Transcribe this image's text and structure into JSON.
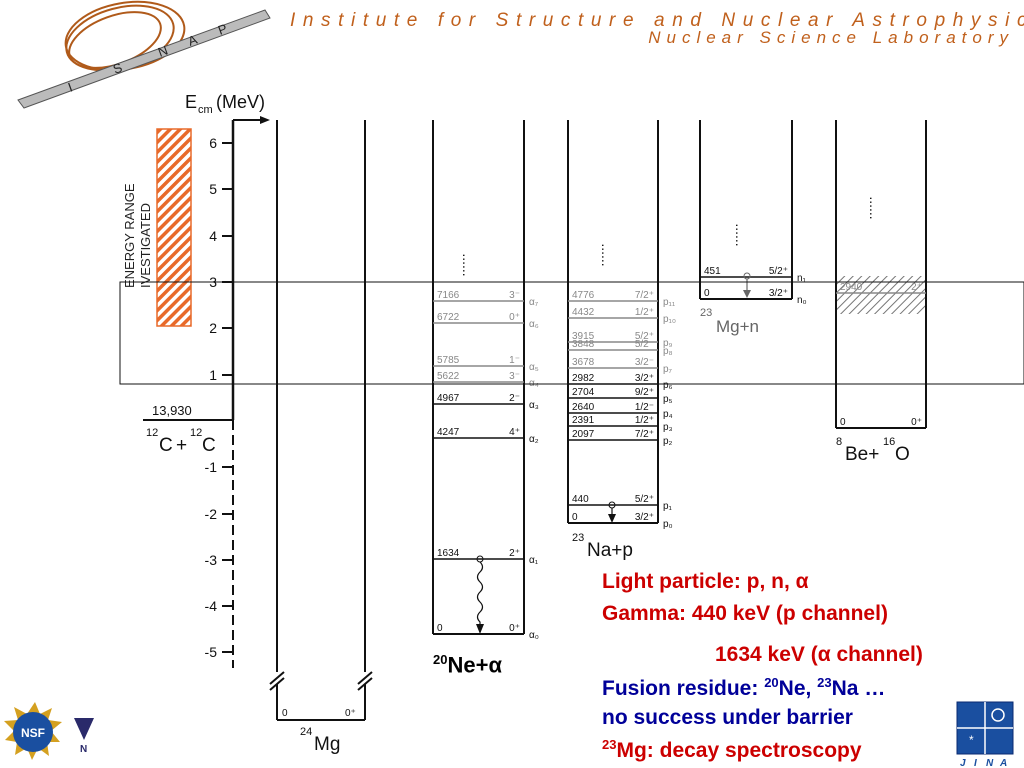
{
  "header": {
    "line1": "Institute for Structure and Nuclear Astrophysics",
    "line2": "Nuclear Science Laboratory",
    "color": "#c0601c",
    "logo_letters": [
      "I",
      "S",
      "N",
      "A",
      "P"
    ]
  },
  "diagram": {
    "axis_title": "E",
    "axis_title_sub": "cm",
    "axis_title_unit": "(MeV)",
    "ticks": [
      "6",
      "5",
      "4",
      "3",
      "2",
      "1",
      "-1",
      "-2",
      "-3",
      "-4",
      "-5"
    ],
    "energy_range_box": [
      "ENERGY RANGE",
      "IVESTIGATED"
    ],
    "entrance": {
      "value": "13,930",
      "label_a": "12",
      "label_b": "C",
      "label_c": "12",
      "label_d": "C"
    },
    "mg24": {
      "mass": "24",
      "element": "Mg",
      "left": "0",
      "right": "0⁺"
    },
    "ne20": {
      "levels": [
        {
          "e": "7166",
          "jp": "3⁻",
          "ch": "α₇"
        },
        {
          "e": "6722",
          "jp": "0⁺",
          "ch": "α₆"
        },
        {
          "e": "5785",
          "jp": "1⁻",
          "ch": "α₅"
        },
        {
          "e": "5622",
          "jp": "3⁻",
          "ch": "α₄"
        },
        {
          "e": "4967",
          "jp": "2⁻",
          "ch": "α₃"
        },
        {
          "e": "4247",
          "jp": "4⁺",
          "ch": "α₂"
        },
        {
          "e": "1634",
          "jp": "2⁺",
          "ch": "α₁"
        },
        {
          "e": "0",
          "jp": "0⁺",
          "ch": "α₀"
        }
      ],
      "mass": "20",
      "name": "Ne+α"
    },
    "na23": {
      "levels": [
        {
          "e": "4776",
          "jp": "7/2⁺",
          "ch": "p₁₁"
        },
        {
          "e": "4432",
          "jp": "1/2⁺",
          "ch": "p₁₀"
        },
        {
          "e": "3915",
          "jp": "5/2⁺",
          "ch": "p₉"
        },
        {
          "e": "3848",
          "jp": "5/2⁻",
          "ch": "p₈"
        },
        {
          "e": "3678",
          "jp": "3/2⁻",
          "ch": "p₇"
        },
        {
          "e": "2982",
          "jp": "3/2⁺",
          "ch": "p₆"
        },
        {
          "e": "2704",
          "jp": "9/2⁺",
          "ch": "p₅"
        },
        {
          "e": "2640",
          "jp": "1/2⁻",
          "ch": "p₄"
        },
        {
          "e": "2391",
          "jp": "1/2⁺",
          "ch": "p₃"
        },
        {
          "e": "2097",
          "jp": "7/2⁺",
          "ch": "p₂"
        },
        {
          "e": "440",
          "jp": "5/2⁺",
          "ch": "p₁"
        },
        {
          "e": "0",
          "jp": "3/2⁺",
          "ch": "p₀"
        }
      ],
      "mass": "23",
      "name": "Na+p"
    },
    "mg23": {
      "levels": [
        {
          "e": "451",
          "jp": "5/2⁺",
          "ch": "n₁"
        },
        {
          "e": "0",
          "jp": "3/2⁺",
          "ch": "n₀"
        }
      ],
      "mass": "23",
      "name": "Mg+n"
    },
    "be8": {
      "levels": [
        {
          "e": "2940",
          "jp": "2⁺"
        },
        {
          "e": "0",
          "jp": "0⁺"
        }
      ],
      "mass_a": "8",
      "name_a": "Be+",
      "mass_b": "16",
      "name_b": "O"
    }
  },
  "notes": {
    "light_particle": "Light particle: p, n, α",
    "gamma_1": "Gamma: 440 keV (p channel)",
    "gamma_2": "1634 keV (α channel)",
    "fusion_prefix": "Fusion residue: ",
    "fusion_ne_mass": "20",
    "fusion_ne": "Ne, ",
    "fusion_na_mass": "23",
    "fusion_na": "Na …",
    "barrier": "no success under barrier",
    "mg_mass": "23",
    "mg_text": "Mg: decay spectroscopy",
    "red_color": "#cc0000",
    "blue_color": "#000099"
  },
  "footer_logos": {
    "nsf": "NSF",
    "jina": [
      "J",
      "I",
      "N",
      "A"
    ]
  }
}
